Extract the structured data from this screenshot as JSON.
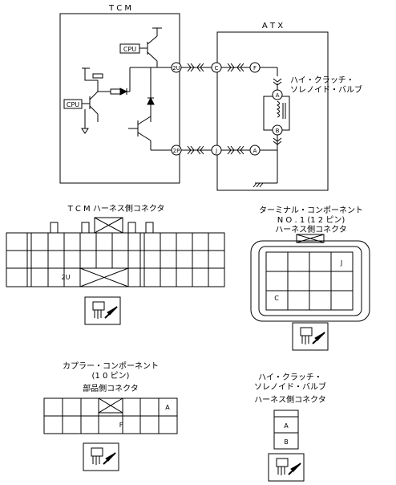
{
  "schematic": {
    "tcm_title": "T C M",
    "atx_title": "A T X",
    "cpu_top": "CPU",
    "cpu_left": "CPU",
    "pin_2u": "2U",
    "pin_2p": "2P",
    "pin_c": "C",
    "pin_f": "F",
    "pin_j": "J",
    "pin_a_lower": "A",
    "sol_a": "A",
    "sol_b": "B",
    "solenoid_line1": "ハイ・クラッチ・",
    "solenoid_line2": "ソレノイド・バルブ"
  },
  "tcm_connector": {
    "title": "T C M ハーネス側コネクタ",
    "pin_label": "2U"
  },
  "terminal_connector": {
    "title_line1": "ターミナル・コンポーネント",
    "title_line2": "N O . 1 (1 2 ピン)",
    "title_line3": "ハーネス側コネクタ",
    "pin_j": "J",
    "pin_c": "C"
  },
  "coupler_connector": {
    "title_line1": "カプラー・コンポーネント",
    "title_line2": "(1 0 ピン)",
    "title_line3": "部品側コネクタ",
    "pin_a": "A",
    "pin_f": "F"
  },
  "solenoid_connector": {
    "title_line1": "ハイ・クラッチ・",
    "title_line2": "ソレノイド・バルブ",
    "title_line3": "ハーネス側コネクタ",
    "pin_a": "A",
    "pin_b": "B"
  }
}
